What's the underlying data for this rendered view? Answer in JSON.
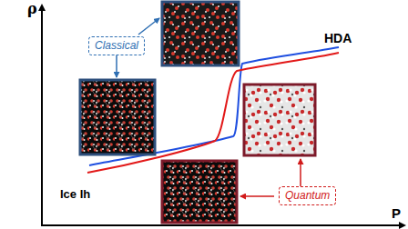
{
  "diagram": {
    "nodes": [
      {
        "text": [
          "Classical"
        ]
      },
      {
        "text": [
          "Quantum"
        ]
      }
    ],
    "labels": [
      "ρ",
      "P",
      "HDA",
      "Ice Ih"
    ]
  }
}
